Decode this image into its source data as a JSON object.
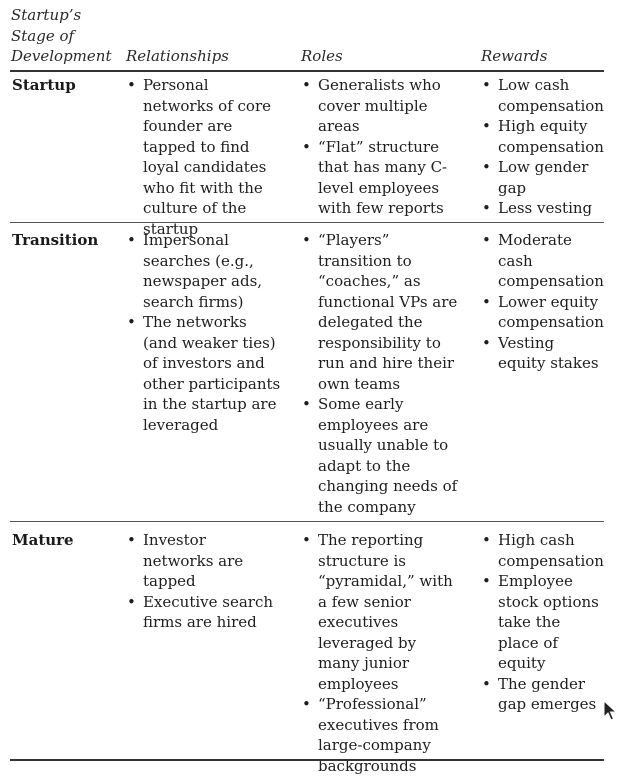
{
  "headers": {
    "stage": "Startup’s\nStage of\nDevelopment",
    "relationships": "Relationships",
    "roles": "Roles",
    "rewards": "Rewards"
  },
  "rows": [
    {
      "stage": "Startup",
      "relationships": [
        "Personal networks of core founder are tapped to find loyal candidates who fit with the culture of the startup"
      ],
      "roles": [
        "Generalists who cover multiple areas",
        "“Flat” structure that has many C-level employees with few reports"
      ],
      "rewards": [
        "Low cash compensation",
        "High equity compensation",
        "Low gender gap",
        "Less vesting"
      ]
    },
    {
      "stage": "Transition",
      "relationships": [
        "Impersonal searches (e.g., newspaper ads, search firms)",
        "The networks (and weaker ties) of investors and other participants in the startup are leveraged"
      ],
      "roles": [
        "“Players” transition to “coaches,” as functional VPs are delegated the responsibility to run and hire their own teams",
        "Some early employees are usually unable to adapt to the changing needs of the company"
      ],
      "rewards": [
        "Moderate cash compensation",
        "Lower equity compensation",
        "Vesting equity stakes"
      ]
    },
    {
      "stage": "Mature",
      "relationships": [
        "Investor networks are tapped",
        "Executive search firms are hired"
      ],
      "roles": [
        "The reporting structure is “pyramidal,” with a few senior executives leveraged by many junior employees",
        "“Professional” executives from large-company backgrounds"
      ],
      "rewards": [
        "High cash compensation",
        "Employee stock options take the place of equity",
        "The gender gap emerges"
      ]
    }
  ]
}
